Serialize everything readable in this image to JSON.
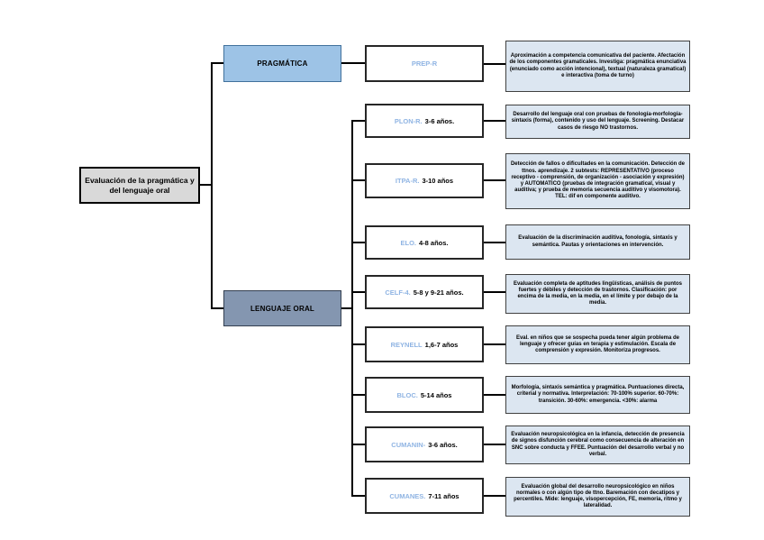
{
  "diagram_title": "Evaluación de la pragmática y del lenguaje oral",
  "root": {
    "label": "Evaluación de la pragmática y del lenguaje oral"
  },
  "categories": [
    {
      "label": "PRAGMÁTICA"
    },
    {
      "label": "LENGUAJE ORAL"
    }
  ],
  "tests": [
    {
      "name": "PREP-R",
      "age": "",
      "parent": "PRAGMÁTICA",
      "desc": "Aproximación a competencia comunicativa del paciente. Afectación de los componentes gramaticales. Investiga: pragmática enunciativa (enunciado como acción intencional), textual (naturaleza gramatical) e interactiva (toma de turno)"
    },
    {
      "name": "PLON-R.",
      "age": "3-6 años.",
      "parent": "LENGUAJE ORAL",
      "desc": "Desarrollo del lenguaje oral con pruebas de fonología-morfología-sintaxis (forma), contenido y uso del lenguaje. Screening. Destacar casos de riesgo NO trastornos."
    },
    {
      "name": "ITPA-R.",
      "age": "3-10 años",
      "parent": "LENGUAJE ORAL",
      "desc": "Detección de fallos o dificultades en la comunicación. Detección de ttnos. aprendizaje. 2 subtests: REPRESENTATIVO (proceso receptivo - comprensión, de organización - asociación y expresión) y AUTOMATICO (pruebas de integración gramatical, visual y auditiva; y prueba de memoria secuencia auditivo y visomotora). TEL: dif en componente auditivo."
    },
    {
      "name": "ELO.",
      "age": "4-8 años.",
      "parent": "LENGUAJE ORAL",
      "desc": "Evaluación de la discriminación auditiva, fonología, sintaxis y semántica. Pautas y orientaciones en intervención."
    },
    {
      "name": "CELF-4.",
      "age": "5-8 y 9-21 años.",
      "parent": "LENGUAJE ORAL",
      "desc": "Evaluación completa de aptitudes lingüísticas, análisis de puntos fuertes y débiles y detección de trastornos. Clasificación: por encima de la media, en la media, en el límite y por debajo de la media."
    },
    {
      "name": "REYNELL",
      "age": "1,6-7 años",
      "parent": "LENGUAJE ORAL",
      "desc": "Eval. en niños que se sospecha pueda tener algún problema de lenguaje y ofrecer guías en terapia y estimulación. Escala de comprensión y expresión. Monitoriza progresos."
    },
    {
      "name": "BLOC.",
      "age": "5-14 años",
      "parent": "LENGUAJE ORAL",
      "desc": "Morfología, sintaxis semántica y pragmática. Puntuaciones directa, criterial y normativa. Interpretación: 70-100% superior. 60-70%: transición. 30-60%: emergencia. <30%: alarma"
    },
    {
      "name": "CUMANIN-",
      "age": "3-6 años.",
      "parent": "LENGUAJE ORAL",
      "desc": "Evaluación neuropsicológica en la infancia, detección de presencia de signos disfunción cerebral como consecuencia de alteración en SNC sobre conducta y FFEE. Puntuación del desarrollo verbal y no verbal."
    },
    {
      "name": "CUMANES.",
      "age": "7-11 años",
      "parent": "LENGUAJE ORAL",
      "desc": "Evaluación global del desarrollo neuropsicológico en niños normales o con algún tipo de ttno. Baremación con decatipos y percentiles. Mide: lenguaje, visopercepción, FE, memoria, ritmo y lateralidad."
    }
  ],
  "colors": {
    "background": "#ffffff",
    "root_fill": "#d9d9d9",
    "pragmatica_fill": "#9dc3e6",
    "lenguaje_oral_fill": "#8496b0",
    "test_node_fill": "#ffffff",
    "test_name_text": "#8fb4e3",
    "description_fill": "#dce6f1",
    "line_color": "#000000"
  }
}
